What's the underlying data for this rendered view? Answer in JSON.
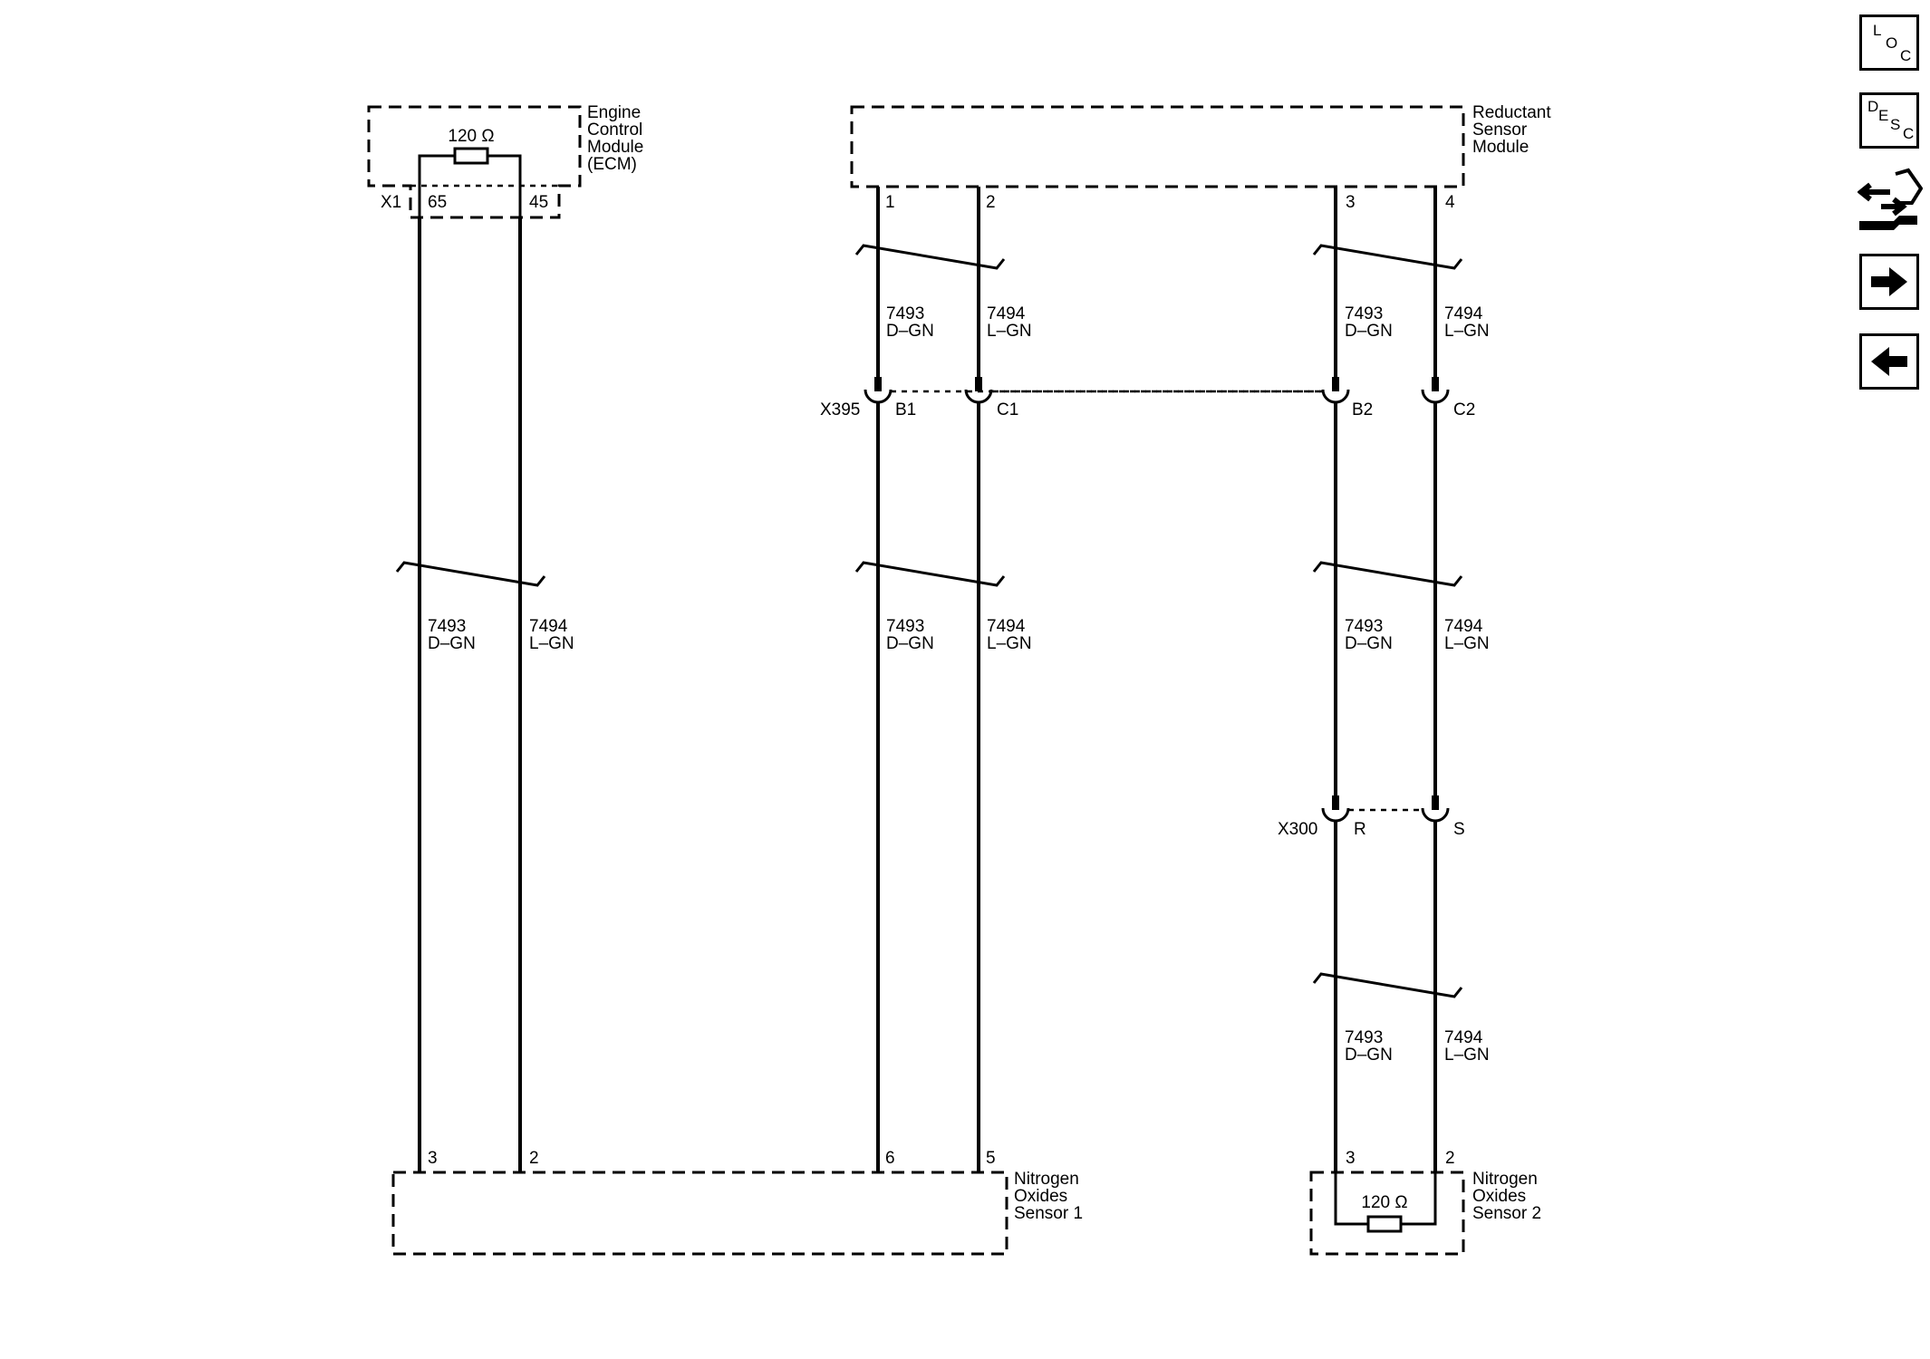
{
  "components": {
    "ecm": {
      "name_lines": [
        "Engine",
        "Control",
        "Module",
        "(ECM)"
      ],
      "connector": "X1",
      "pins": [
        "65",
        "45"
      ],
      "resistor": "120 Ω"
    },
    "reductant": {
      "name_lines": [
        "Reductant",
        "Sensor",
        "Module"
      ],
      "pins": [
        "1",
        "2",
        "3",
        "4"
      ]
    },
    "nox1": {
      "name_lines": [
        "Nitrogen",
        "Oxides",
        "Sensor 1"
      ],
      "pins": [
        "3",
        "2",
        "6",
        "5"
      ]
    },
    "nox2": {
      "name_lines": [
        "Nitrogen",
        "Oxides",
        "Sensor 2"
      ],
      "pins": [
        "3",
        "2"
      ],
      "resistor": "120 Ω"
    }
  },
  "connectors": {
    "x395": {
      "name": "X395",
      "pins": [
        "B1",
        "C1",
        "B2",
        "C2"
      ]
    },
    "x300": {
      "name": "X300",
      "pins": [
        "R",
        "S"
      ]
    }
  },
  "circuits": {
    "c1": {
      "number": "7493",
      "color": "D–GN"
    },
    "c2": {
      "number": "7494",
      "color": "L–GN"
    }
  },
  "icons": [
    "location-icon",
    "description-icon",
    "connector-tool-icon",
    "next-arrow-icon",
    "previous-arrow-icon"
  ],
  "nav": {
    "loc": [
      "L",
      "O",
      "C"
    ],
    "desc": [
      "D",
      "E",
      "S",
      "C"
    ]
  }
}
